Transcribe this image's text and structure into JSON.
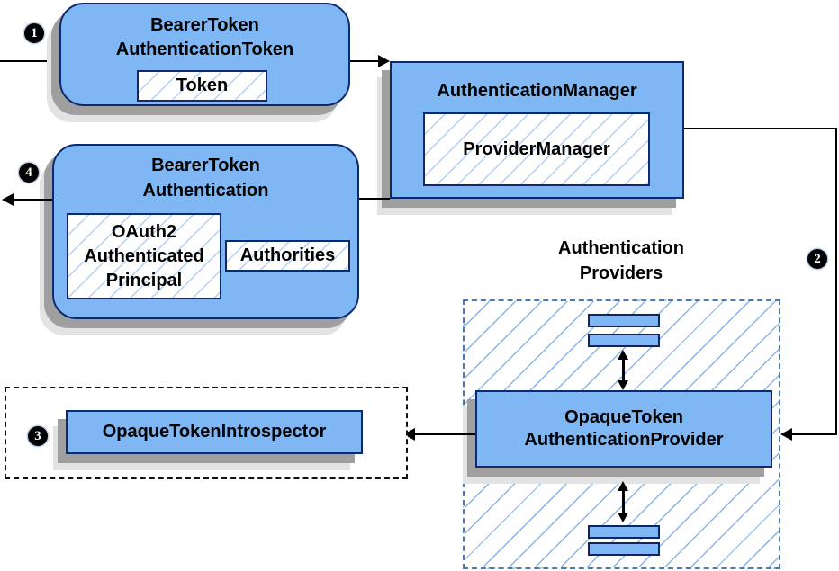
{
  "diagram": {
    "type": "flow-diagram",
    "badges": {
      "b1": "1",
      "b2": "2",
      "b3": "3",
      "b4": "4"
    },
    "nodes": {
      "bearerTokenAuthenticationToken": {
        "line1": "BearerToken",
        "line2": "AuthenticationToken"
      },
      "token": {
        "label": "Token"
      },
      "authenticationManager": {
        "label": "AuthenticationManager"
      },
      "providerManager": {
        "label": "ProviderManager"
      },
      "bearerTokenAuthentication": {
        "line1": "BearerToken",
        "line2": "Authentication"
      },
      "oauth2AuthenticatedPrincipal": {
        "line1": "OAuth2",
        "line2": "Authenticated",
        "line3": "Principal"
      },
      "authorities": {
        "label": "Authorities"
      },
      "authenticationProviders": {
        "line1": "Authentication",
        "line2": "Providers"
      },
      "opaqueTokenAuthenticationProvider": {
        "line1": "OpaqueToken",
        "line2": "AuthenticationProvider"
      },
      "opaqueTokenIntrospector": {
        "label": "OpaqueTokenIntrospector"
      }
    },
    "colors": {
      "node_fill": "#7eb7f3",
      "node_border": "#0e2a6d",
      "hatch_line": "#82afe8",
      "container_dash_border": "#4a7ab0",
      "introspector_dash_border": "#111111",
      "connector": "#000000",
      "shadow_dark": "#9f9f9f",
      "shadow_light": "#e3e3e3",
      "badge_bg": "#000000",
      "badge_text": "#ffffff"
    }
  }
}
